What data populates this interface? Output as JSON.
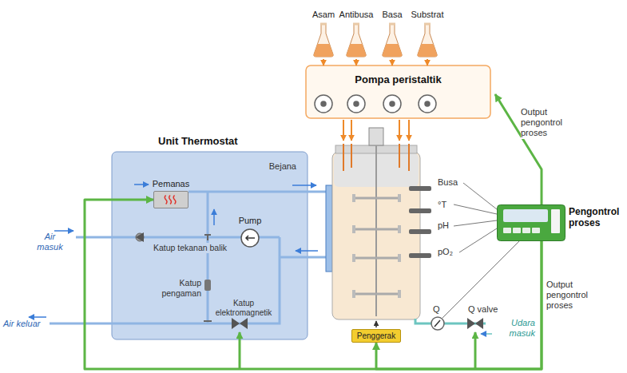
{
  "diagram": {
    "nodes": [
      {
        "text": [
          "Asam"
        ]
      },
      {
        "text": [
          "Antibusa"
        ]
      },
      {
        "text": [
          "Basa"
        ]
      },
      {
        "text": [
          "Substrat"
        ]
      },
      {
        "text": [
          "Pompa peristaltik"
        ]
      },
      {
        "text": [
          "Unit Thermostat",
          "Bejana"
        ]
      },
      {
        "text": [
          "Pemanas"
        ],
        "in": 5
      },
      {
        "text": [
          "Pump"
        ],
        "in": 5
      },
      {
        "text": [
          "Pengontrol proses"
        ]
      },
      {
        "text": [
          "Penggerak"
        ]
      }
    ],
    "edges": [
      {
        "from": 0,
        "to": 4,
        "arrow": "to"
      },
      {
        "from": 1,
        "to": 4,
        "arrow": "to"
      },
      {
        "from": 2,
        "to": 4,
        "arrow": "to"
      },
      {
        "from": 3,
        "to": 4,
        "arrow": "to"
      },
      {
        "from": 8,
        "to": 4,
        "label": "Output pengontrol proses",
        "arrow": "to"
      },
      {
        "from": 8,
        "to": 6,
        "arrow": "to"
      },
      {
        "from": 8,
        "to": 9,
        "label": "Output pengontrol proses",
        "arrow": "to"
      }
    ],
    "labels": [
      "Busa",
      "°T",
      "pH",
      "pO₂",
      "Air masuk",
      "Katup tekanan balik",
      "Katup pengaman",
      "Katup elektromagnetik",
      "Air keluar",
      "Q",
      "Q valve",
      "Udara masuk"
    ]
  }
}
